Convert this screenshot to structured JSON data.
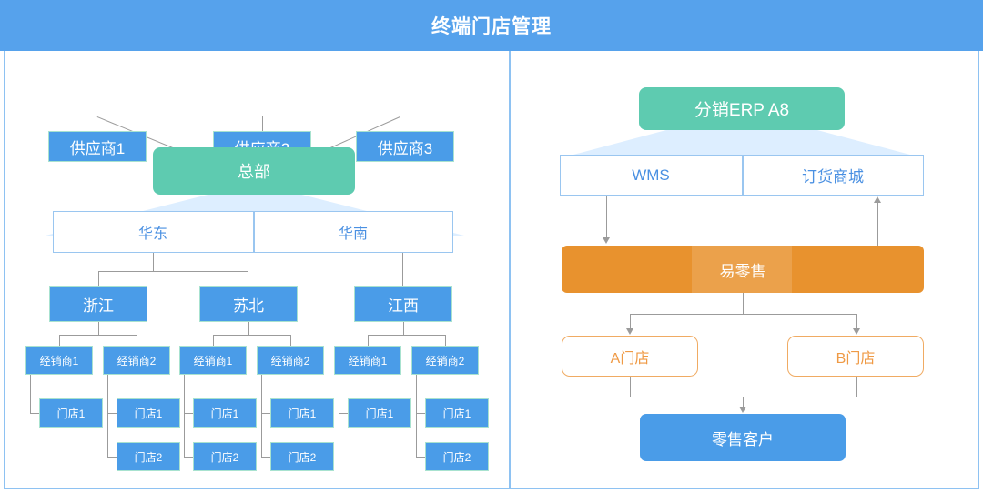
{
  "header": {
    "title": "终端门店管理"
  },
  "left_panel": {
    "suppliers": [
      {
        "label": "供应商1"
      },
      {
        "label": "供应商2"
      },
      {
        "label": "供应商3"
      }
    ],
    "headquarters": {
      "label": "总部"
    },
    "regions": [
      {
        "label": "华东"
      },
      {
        "label": "华南"
      }
    ],
    "provinces": [
      {
        "label": "浙江"
      },
      {
        "label": "苏北"
      },
      {
        "label": "江西"
      }
    ],
    "dealers": [
      {
        "label": "经销商1"
      },
      {
        "label": "经销商2"
      },
      {
        "label": "经销商1"
      },
      {
        "label": "经销商2"
      },
      {
        "label": "经销商1"
      },
      {
        "label": "经销商2"
      }
    ],
    "stores": [
      {
        "label": "门店1"
      },
      {
        "label": "门店1"
      },
      {
        "label": "门店2"
      },
      {
        "label": "门店1"
      },
      {
        "label": "门店2"
      },
      {
        "label": "门店1"
      },
      {
        "label": "门店2"
      },
      {
        "label": "门店1"
      },
      {
        "label": "门店1"
      },
      {
        "label": "门店2"
      }
    ]
  },
  "right_panel": {
    "erp": {
      "label": "分销ERP A8"
    },
    "modules": [
      {
        "label": "WMS"
      },
      {
        "label": "订货商城"
      }
    ],
    "retail_platform": {
      "label": "易零售"
    },
    "shops": [
      {
        "label": "A门店"
      },
      {
        "label": "B门店"
      }
    ],
    "customer": {
      "label": "零售客户"
    }
  },
  "colors": {
    "header_blue": "#56a2ec",
    "node_blue": "#4a9ce8",
    "node_teal": "#5ecbb0",
    "node_orange": "#e8922e",
    "outline_orange": "#f0ab63",
    "border_blue": "#9ac6f0",
    "connector_gray": "#9b9b9b",
    "triangle_fill": "#ddeeff"
  }
}
